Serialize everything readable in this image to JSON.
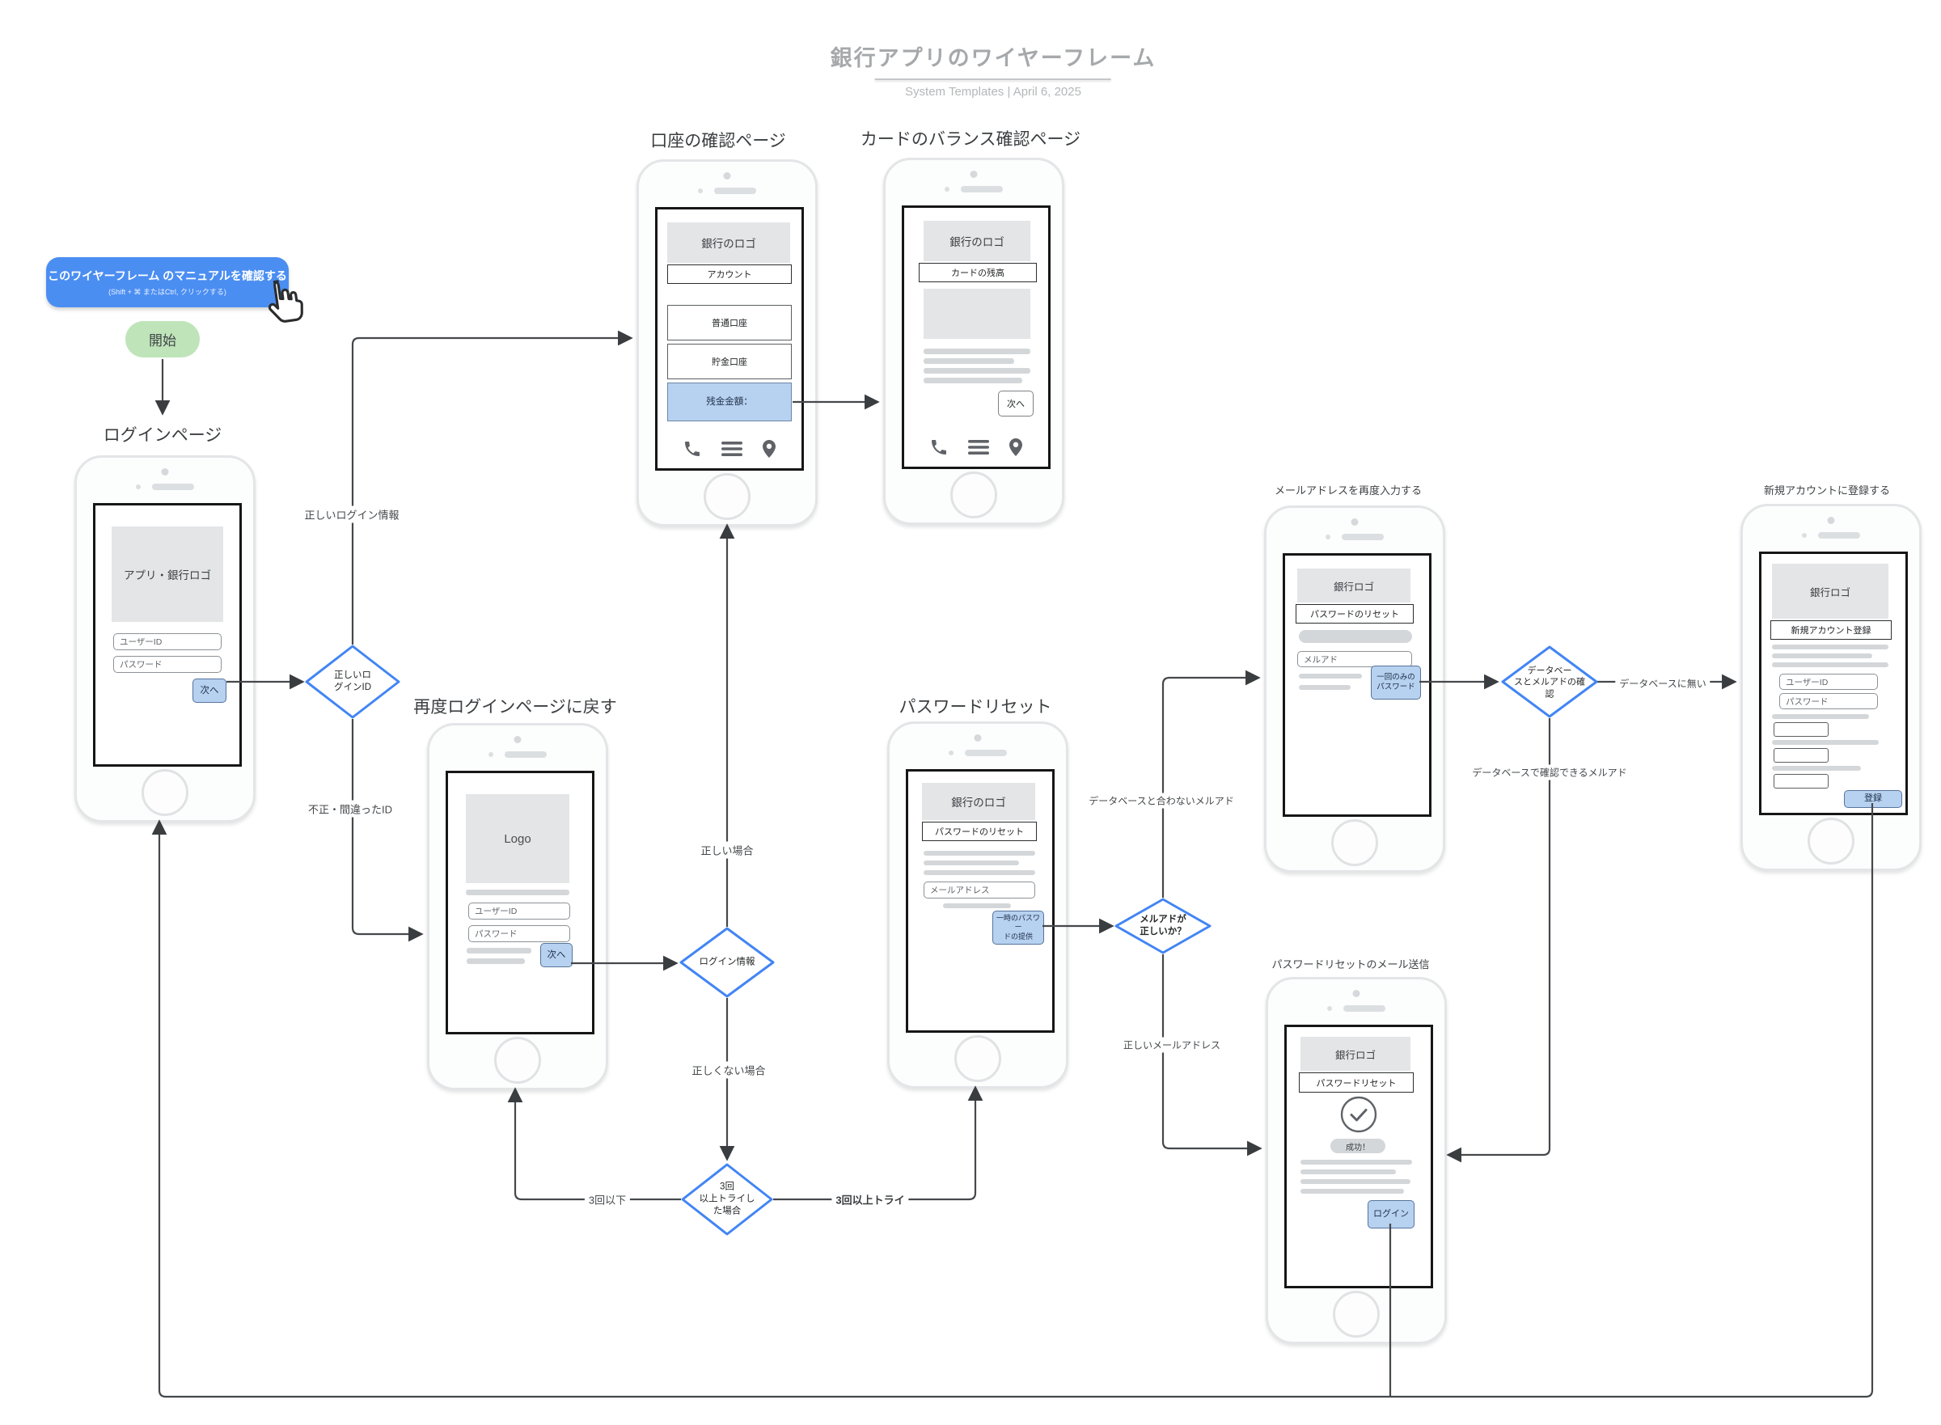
{
  "header": {
    "title": "銀行アプリのワイヤーフレーム",
    "subtitle": "System Templates  |  April 6, 2025"
  },
  "manual_button": {
    "label": "このワイヤーフレーム のマニュアルを確認する",
    "shortcut": "(Shift + ⌘ またはCtrl, クリックする)"
  },
  "start_label": "開始",
  "phones": {
    "login": {
      "title": "ログインページ",
      "logo": "アプリ・銀行ロゴ",
      "user_id": "ユーザーID",
      "password": "パスワード",
      "next": "次へ"
    },
    "accounts": {
      "title": "口座の確認ページ",
      "logo": "銀行のロゴ",
      "section": "アカウント",
      "item1": "普通口座",
      "item2": "貯金口座",
      "highlight": "残金金額："
    },
    "card": {
      "title": "カードのバランス確認ページ",
      "logo": "銀行のロゴ",
      "section": "カードの残高",
      "next": "次へ"
    },
    "relogin": {
      "title": "再度ログインページに戻す",
      "logo": "Logo",
      "user_id": "ユーザーID",
      "password": "パスワード",
      "next": "次へ"
    },
    "reset": {
      "title": "パスワードリセット",
      "logo": "銀行のロゴ",
      "section": "パスワードのリセット",
      "email": "メールアドレス",
      "button": "一時のパスワー\nドの提供"
    },
    "reenter": {
      "title": "メールアドレスを再度入力する",
      "logo": "銀行ロゴ",
      "section": "パスワードのリセット",
      "email": "メルアド",
      "button": "一回のみの\nパスワード"
    },
    "register": {
      "title": "新規アカウントに登録する",
      "logo": "銀行ロゴ",
      "section": "新規アカウント登録",
      "user_id": "ユーザーID",
      "password": "パスワード",
      "submit": "登録"
    },
    "success": {
      "title": "パスワードリセットのメール送信",
      "logo": "銀行ロゴ",
      "section": "パスワードリセット",
      "badge": "成功！",
      "login": "ログイン"
    }
  },
  "decisions": {
    "login_id": "正しいロ\nグインID",
    "login_info": "ログイン情報",
    "mail_ok": "メルアドが\n正しいか？",
    "db_check": "データベー\nスとメルアドの確\n認",
    "three_tries": "3回\n以上トライし\nた場合"
  },
  "edges": {
    "correct_login": "正しいログイン情報",
    "wrong_id": "不正・間違ったID",
    "correct_case": "正しい場合",
    "incorrect_case": "正しくない場合",
    "under_three": "3回以下",
    "three_or_more": "3回以上トライ",
    "mail_mismatch": "データベースと合わないメルアド",
    "mail_correct": "正しいメールアドレス",
    "db_confirmed": "データベースで確認できるメルアド",
    "db_missing": "データベースに無い"
  },
  "colors": {
    "accent_blue": "#4285f4",
    "wire": "#3f4245",
    "button_fill": "#b7d1f0",
    "button_border": "#56749c",
    "start_fill": "#bfe4b9",
    "manual_fill": "#4b8ef2"
  }
}
